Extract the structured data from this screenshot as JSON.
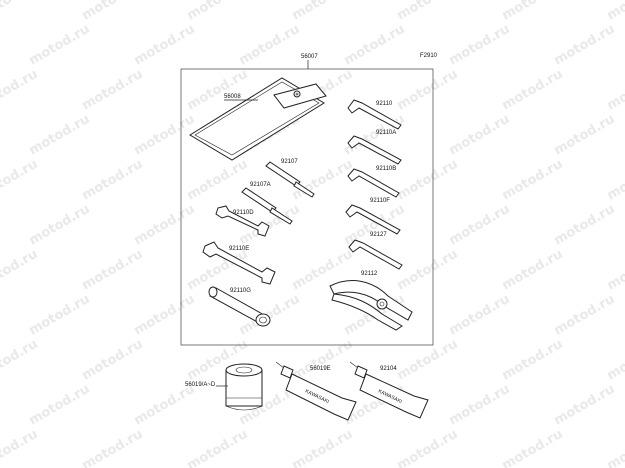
{
  "diagram": {
    "code": "F2910",
    "watermark": "motod.ru",
    "labels": {
      "kit": "56007",
      "bag": "56008",
      "wrench_a": "92110",
      "wrench_b": "92110A",
      "wrench_c": "92110B",
      "wrench_f": "92110F",
      "hex_key": "92127",
      "driver_a": "92107",
      "driver_b": "92107A",
      "spanner_d": "92110D",
      "spanner_e": "92110E",
      "pliers": "92112",
      "box_wrench": "92110G",
      "oil_filter": "56019/A~D",
      "tube_a": "56019E",
      "tube_b": "92104"
    },
    "tube_text": "KAWASAKI"
  }
}
